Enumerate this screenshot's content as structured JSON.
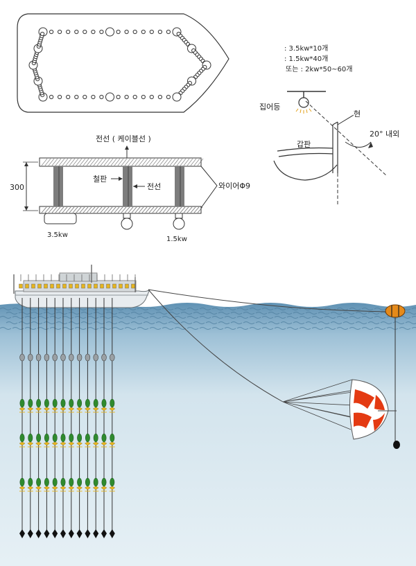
{
  "boat_plan": {},
  "lamp_spec": {
    "line1": ": 3.5kw*10개",
    "line2": ": 1.5kw*40개",
    "line3": "또는 : 2kw*50~60개"
  },
  "rig_section": {
    "cable_label": "전선 ( 케이블선 )",
    "plate_label": "철판",
    "wire_label": "전선",
    "wire_rope_label": "와이어Φ9",
    "height_label": "300",
    "lamp_big_label": "3.5kw",
    "lamp_small_label": "1.5kw"
  },
  "side_view": {
    "lamp_label": "집어등",
    "rail_label": "현",
    "deck_label": "갑판",
    "angle_label": "20° 내외"
  },
  "scene": {},
  "colors": {
    "sky": "#ffffff",
    "water_top": "#6f9dbd",
    "water_body": "#d9e8ef",
    "anchor_red": "#e43a12",
    "float_orange": "#e58a1a",
    "light_green": "#2f8a2e",
    "light_yellow": "#e6b520"
  }
}
